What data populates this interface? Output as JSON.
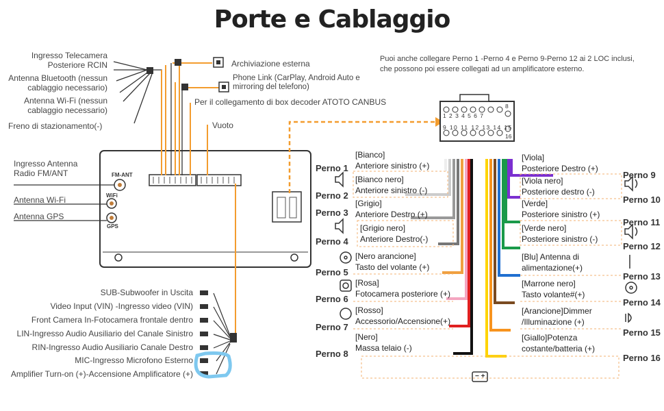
{
  "title": "Porte e Cablaggio",
  "top_left_labels": [
    "Ingresso Telecamera\nPosteriore RCIN",
    "Antenna Bluetooth (nessun\ncablaggio necessario)",
    "Antenna Wi-Fi (nessun\ncablaggio necessario)",
    "Freno di stazionamento(-)",
    "Ingresso Antenna\nRadio FM/ANT",
    "Antenna Wi-Fi",
    "Antenna GPS"
  ],
  "top_connectors": [
    "Archiviazione esterna",
    "Phone Link (CarPlay, Android Auto e\nmirroring del telefono)",
    "Per il collegamento di box decoder ATOTO CANBUS",
    "Vuoto"
  ],
  "unit_ports": [
    "FM-ANT",
    "WiFi",
    "GPS"
  ],
  "bottom_cables": [
    "SUB-Subwoofer in Uscita",
    "Video Input (VIN) -Ingresso video (VIN)",
    "Front Camera In-Fotocamera frontale dentro",
    "LIN-Ingresso Audio Ausiliario del Canale Sinistro",
    "RIN-Ingresso Audio Ausiliario Canale Destro",
    "MIC-Ingresso Microfono Esterno",
    "Amplifier Turn-on (+)-Accensione Amplificatore (+)"
  ],
  "note": "Puoi anche collegare Perno 1 -Perno 4 e Perno 9-Perno 12 ai 2 LOC inclusi,\nche possono poi essere collegati ad un amplificatore esterno.",
  "connector_top_pins": [
    "1",
    "2",
    "3",
    "4",
    "5",
    "6",
    "7",
    "8"
  ],
  "connector_bottom_pins": [
    "9",
    "10",
    "11",
    "12",
    "13",
    "14",
    "15",
    "16"
  ],
  "left_pins": [
    {
      "pin": "Perno 1",
      "color": "[Bianco]",
      "func": "Anteriore sinistro (+)"
    },
    {
      "pin": "Perno 2",
      "color": "[Bianco nero]",
      "func": "Anteriore sinistro (-)"
    },
    {
      "pin": "Perno 3",
      "color": "[Grigio]",
      "func": "Anteriore Destro (+)"
    },
    {
      "pin": "Perno 4",
      "color": "[Grigio nero]",
      "func": "Anteriore Destro(-)"
    },
    {
      "pin": "Perno 5",
      "color": "[Nero arancione]",
      "func": "Tasto del volante (+)"
    },
    {
      "pin": "Perno 6",
      "color": "[Rosa]",
      "func": "Fotocamera posteriore (+)"
    },
    {
      "pin": "Perno 7",
      "color": "[Rosso]",
      "func": "Accessorio/Accensione(+)"
    },
    {
      "pin": "Perno 8",
      "color": "[Nero]",
      "func": "Massa telaio (-)"
    }
  ],
  "right_pins": [
    {
      "pin": "Perno 9",
      "color": "[Viola]",
      "func": "Posteriore Destro (+)"
    },
    {
      "pin": "Perno 10",
      "color": "[Viola nero]",
      "func": "Posteriore destro (-)"
    },
    {
      "pin": "Perno 11",
      "color": "[Verde]",
      "func": "Posteriore sinistro (+)"
    },
    {
      "pin": "Perno 12",
      "color": "[Verde nero]",
      "func": "Posteriore sinistro (-)"
    },
    {
      "pin": "Perno 13",
      "color": "[Blu] Antenna di",
      "func": "alimentazione(+)"
    },
    {
      "pin": "Perno 14",
      "color": "[Marrone nero]",
      "func": "Tasto volante#(+)"
    },
    {
      "pin": "Perno 15",
      "color": "[Arancione]Dimmer",
      "func": "/Illuminazione (+)"
    },
    {
      "pin": "Perno 16",
      "color": "[Giallo]Potenza",
      "func": "costante/batteria (+)"
    }
  ],
  "colors": {
    "accent_orange": "#f39c2e",
    "highlight_blue": "#7ec8ef",
    "wire_colors": [
      "#ffffff",
      "#dddddd",
      "#999999",
      "#888888",
      "#f0a040",
      "#f4a6c0",
      "#e02020",
      "#111111",
      "#7b2fd0",
      "#7b2fd0",
      "#1a9a4a",
      "#1a9a4a",
      "#1f6fd0",
      "#7a4a20",
      "#f7931e",
      "#ffd400"
    ]
  }
}
